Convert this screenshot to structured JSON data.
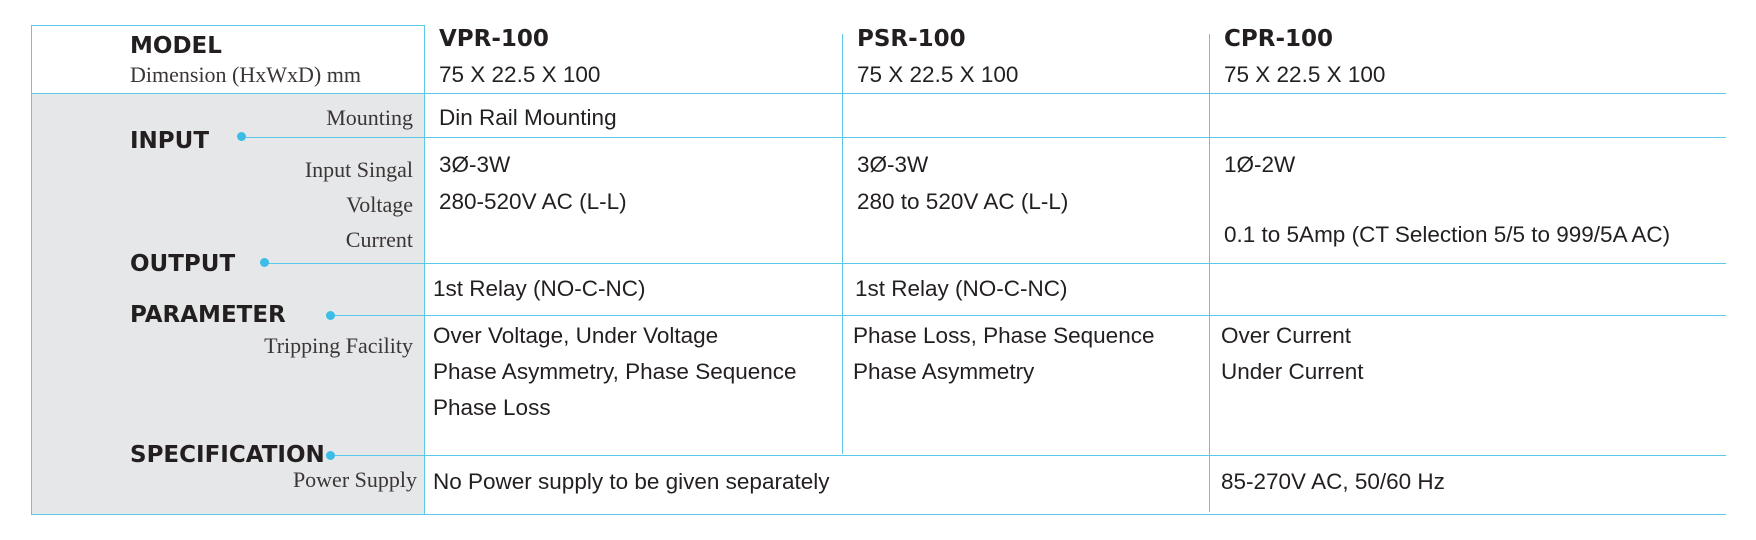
{
  "header": {
    "model_label": "MODEL",
    "dimension_label": "Dimension (HxWxD) mm",
    "models": [
      {
        "name": "VPR-100",
        "dimension": "75 X 22.5 X 100"
      },
      {
        "name": "PSR-100",
        "dimension": "75 X 22.5 X 100"
      },
      {
        "name": "CPR-100",
        "dimension": "75 X 22.5 X 100"
      }
    ]
  },
  "sections": {
    "input": "INPUT",
    "output": "OUTPUT",
    "parameter": "PARAMETER",
    "specification": "SPECIFICATION"
  },
  "labels": {
    "mounting": "Mounting",
    "input_singal": "Input Singal",
    "voltage": "Voltage",
    "current": "Current",
    "tripping": "Tripping Facility",
    "power_supply": "Power Supply"
  },
  "rows": {
    "mounting": {
      "vpr": "Din Rail Mounting"
    },
    "input_signal": {
      "vpr": "3Ø-3W",
      "psr": "3Ø-3W",
      "cpr": "1Ø-2W"
    },
    "voltage": {
      "vpr": "280-520V AC (L-L)",
      "psr": "280 to 520V AC (L-L)"
    },
    "current": {
      "cpr": "0.1 to 5Amp (CT Selection 5/5 to 999/5A AC)"
    },
    "output": {
      "vpr": "1st Relay (NO-C-NC)",
      "psr": "1st Relay (NO-C-NC)"
    },
    "tripping": {
      "vpr": [
        "Over Voltage, Under Voltage",
        "Phase Asymmetry, Phase Sequence",
        "Phase Loss"
      ],
      "psr": [
        "Phase Loss, Phase Sequence",
        "Phase Asymmetry"
      ],
      "cpr": [
        "Over Current",
        "Under Current"
      ]
    },
    "power_supply": {
      "vpr_psr": "No Power supply to be given separately",
      "cpr": "85-270V AC, 50/60 Hz"
    }
  },
  "colors": {
    "line": "#5cc8e8",
    "dot": "#3bbde6",
    "label_column_bg": "#e6e7e8",
    "text": "#231f20"
  }
}
